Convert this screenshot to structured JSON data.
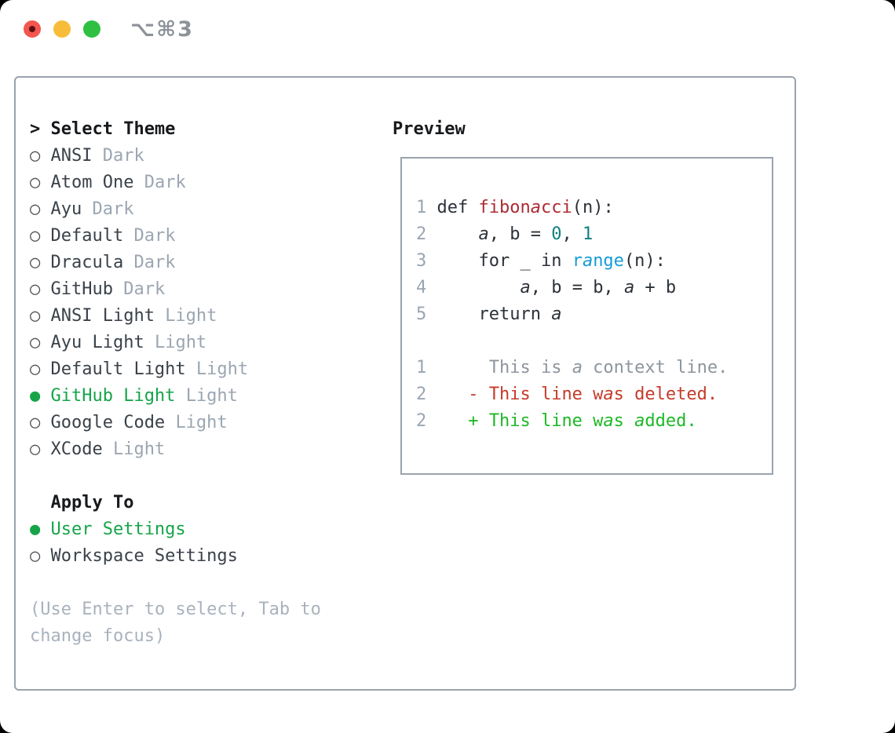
{
  "window": {
    "title": "⌥⌘3",
    "traffic_lights": [
      {
        "name": "close",
        "color": "#f2564e",
        "has_dot": true
      },
      {
        "name": "minimize",
        "color": "#f7bd3a",
        "has_dot": false
      },
      {
        "name": "zoom",
        "color": "#2fc043",
        "has_dot": false
      }
    ]
  },
  "glyphs": {
    "radio_unselected": "○",
    "radio_selected": "●",
    "cursor_prefix": ">"
  },
  "theme_panel": {
    "header": "Select Theme",
    "items": [
      {
        "name": "ANSI",
        "variant": "Dark",
        "selected": false
      },
      {
        "name": "Atom One",
        "variant": "Dark",
        "selected": false
      },
      {
        "name": "Ayu",
        "variant": "Dark",
        "selected": false
      },
      {
        "name": "Default",
        "variant": "Dark",
        "selected": false
      },
      {
        "name": "Dracula",
        "variant": "Dark",
        "selected": false
      },
      {
        "name": "GitHub",
        "variant": "Dark",
        "selected": false
      },
      {
        "name": "ANSI Light",
        "variant": "Light",
        "selected": false
      },
      {
        "name": "Ayu Light",
        "variant": "Light",
        "selected": false
      },
      {
        "name": "Default Light",
        "variant": "Light",
        "selected": false
      },
      {
        "name": "GitHub Light",
        "variant": "Light",
        "selected": true
      },
      {
        "name": "Google Code",
        "variant": "Light",
        "selected": false
      },
      {
        "name": "XCode",
        "variant": "Light",
        "selected": false
      }
    ]
  },
  "apply_panel": {
    "header": "Apply To",
    "items": [
      {
        "name": "User Settings",
        "selected": true
      },
      {
        "name": "Workspace Settings",
        "selected": false
      }
    ]
  },
  "hint": {
    "line1": "(Use Enter to select, Tab to",
    "line2": "change focus)"
  },
  "preview_panel": {
    "header": "Preview",
    "lines": [
      {
        "num": "1",
        "segments": [
          {
            "text": "def ",
            "style": "code"
          },
          {
            "text": "fibonacci",
            "style": "func"
          },
          {
            "text": "(n):",
            "style": "code"
          }
        ]
      },
      {
        "num": "2",
        "segments": [
          {
            "text": "    a, b = ",
            "style": "code"
          },
          {
            "text": "0",
            "style": "num"
          },
          {
            "text": ", ",
            "style": "code"
          },
          {
            "text": "1",
            "style": "num"
          }
        ]
      },
      {
        "num": "3",
        "segments": [
          {
            "text": "    for _ in ",
            "style": "code"
          },
          {
            "text": "range",
            "style": "builtin"
          },
          {
            "text": "(n):",
            "style": "code"
          }
        ]
      },
      {
        "num": "4",
        "segments": [
          {
            "text": "        a, b = b, a + b",
            "style": "code"
          }
        ]
      },
      {
        "num": "5",
        "segments": [
          {
            "text": "    return a",
            "style": "code"
          }
        ]
      },
      {
        "num": "",
        "segments": []
      },
      {
        "num": "1",
        "segments": [
          {
            "text": "     This is a context line.",
            "style": "ctx"
          }
        ]
      },
      {
        "num": "2",
        "segments": [
          {
            "text": "   - This line was deleted.",
            "style": "del"
          }
        ]
      },
      {
        "num": "2",
        "segments": [
          {
            "text": "   + This line was added.",
            "style": "add"
          }
        ]
      }
    ]
  },
  "colors": {
    "panel_border": "#9aa3ad",
    "text_dark": "#3a4149",
    "text_muted": "#9ba6b2",
    "selection_green": "#16a449",
    "code_text": "#2b3138",
    "code_function_red": "#ac2b32",
    "code_number_teal": "#107e80",
    "code_builtin_blue": "#169bd7",
    "diff_context_gray": "#8d959d",
    "diff_deleted_red": "#c53b2a",
    "diff_added_green": "#1eb826",
    "traffic_red": "#f2564e",
    "traffic_yellow": "#f7bd3a",
    "traffic_green": "#2fc043"
  }
}
